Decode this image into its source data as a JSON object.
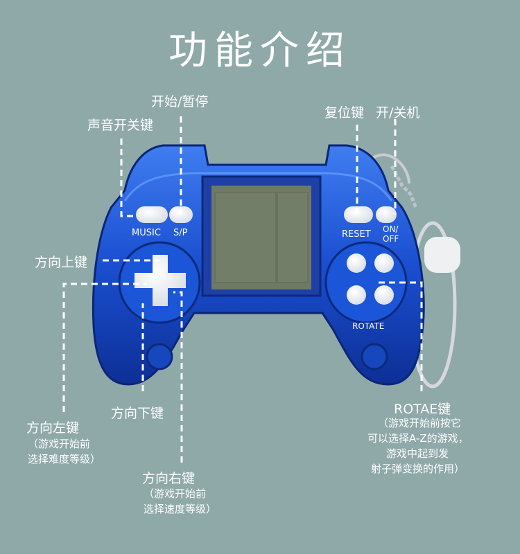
{
  "title": "功能介绍",
  "labels": {
    "start_pause": "开始/暂停",
    "sound_switch": "声音开关键",
    "reset": "复位键",
    "power": "开/关机",
    "up": "方向上键",
    "left": "方向左键",
    "left_desc_1": "（游戏开始前",
    "left_desc_2": "选择难度等级）",
    "down": "方向下键",
    "right": "方向右键",
    "right_desc_1": "（游戏开始前",
    "right_desc_2": "选择速度等级）",
    "rotate": "ROTAE键",
    "rotate_desc_1": "（游戏开始前按它",
    "rotate_desc_2": "可以选择A-Z的游戏，",
    "rotate_desc_3": "游戏中起到发",
    "rotate_desc_4": "射子弹变换的作用）"
  },
  "device": {
    "music": "MUSIC",
    "sp": "S/P",
    "reset": "RESET",
    "on": "ON/",
    "off": "OFF",
    "rotate": "ROTATE"
  },
  "colors": {
    "background": "#8fa9a9",
    "shell": "#1a4fd0",
    "shell_dark": "#0c2e8f",
    "screen": "#6f7a64",
    "button": "#f4f4f4",
    "leader": "#ffffff"
  }
}
